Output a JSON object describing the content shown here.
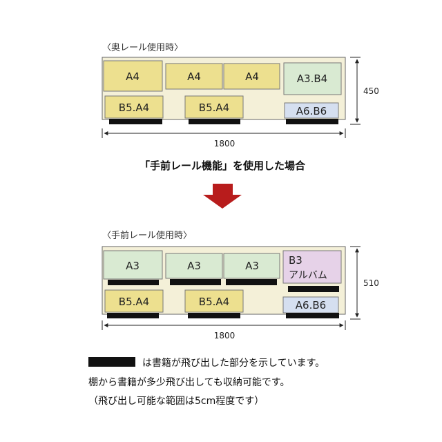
{
  "top_caption": "〈奥レール使用時〉",
  "top_boxes": {
    "a4_1": "A4",
    "a4_2": "A4",
    "a4_3": "A4",
    "a3b4": "A3.B4",
    "b5a4_1": "B5.A4",
    "b5a4_2": "B5.A4",
    "a6b6": "A6.B6"
  },
  "top_width": "1800",
  "top_height": "450",
  "middle_text": "「手前レール機能」を使用した場合",
  "bottom_caption": "〈手前レール使用時〉",
  "bottom_boxes": {
    "a3_1": "A3",
    "a3_2": "A3",
    "a3_3": "A3",
    "b3_line1": "B3",
    "b3_line2": "アルバム",
    "b5a4_1": "B5.A4",
    "b5a4_2": "B5.A4",
    "a6b6": "A6.B6"
  },
  "bottom_width": "1800",
  "bottom_height": "510",
  "notes": {
    "line1": "は書籍が飛び出した部分を示しています。",
    "line2": "棚から書籍が多少飛び出しても収納可能です。",
    "line3": "（飛び出し可能な範囲は5cm程度です）"
  },
  "colors": {
    "cabinet": "#f4f0d8",
    "yellow": "#ede08f",
    "green": "#d9ead2",
    "blue": "#d5dff0",
    "pink": "#e6d2e8",
    "arrow": "#b81c1c",
    "bar": "#111111"
  }
}
